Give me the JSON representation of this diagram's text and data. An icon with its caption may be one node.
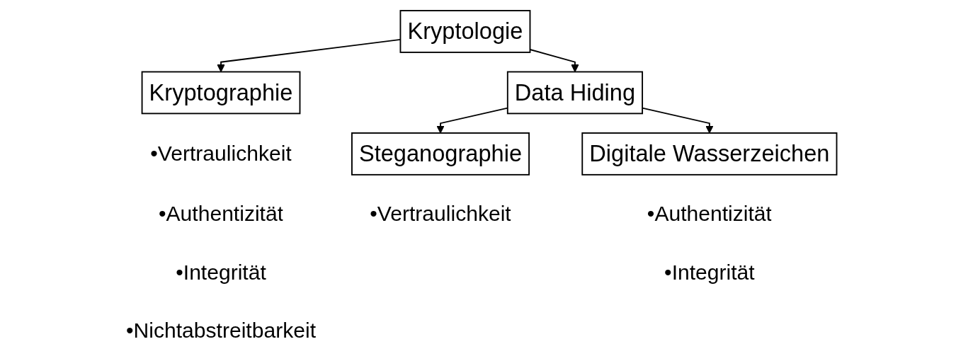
{
  "diagram": {
    "nodes": [
      {
        "text": [
          "Kryptologie"
        ]
      },
      {
        "text": [
          "Kryptographie"
        ],
        "beside": [
          "•Vertraulichkeit",
          "•Authentizität",
          "•Integrität",
          "•Nichtabstreitbarkeit"
        ]
      },
      {
        "text": [
          "Data Hiding"
        ]
      },
      {
        "text": [
          "Steganographie"
        ],
        "beside": [
          "•Vertraulichkeit"
        ]
      },
      {
        "text": [
          "Digitale Wasserzeichen"
        ],
        "beside": [
          "•Authentizität",
          "•Integrität"
        ]
      }
    ],
    "edges": [
      {
        "from": 0,
        "to": 1,
        "arrow": "to"
      },
      {
        "from": 0,
        "to": 2,
        "arrow": "to"
      },
      {
        "from": 2,
        "to": 3,
        "arrow": "to"
      },
      {
        "from": 2,
        "to": 4,
        "arrow": "to"
      }
    ]
  }
}
